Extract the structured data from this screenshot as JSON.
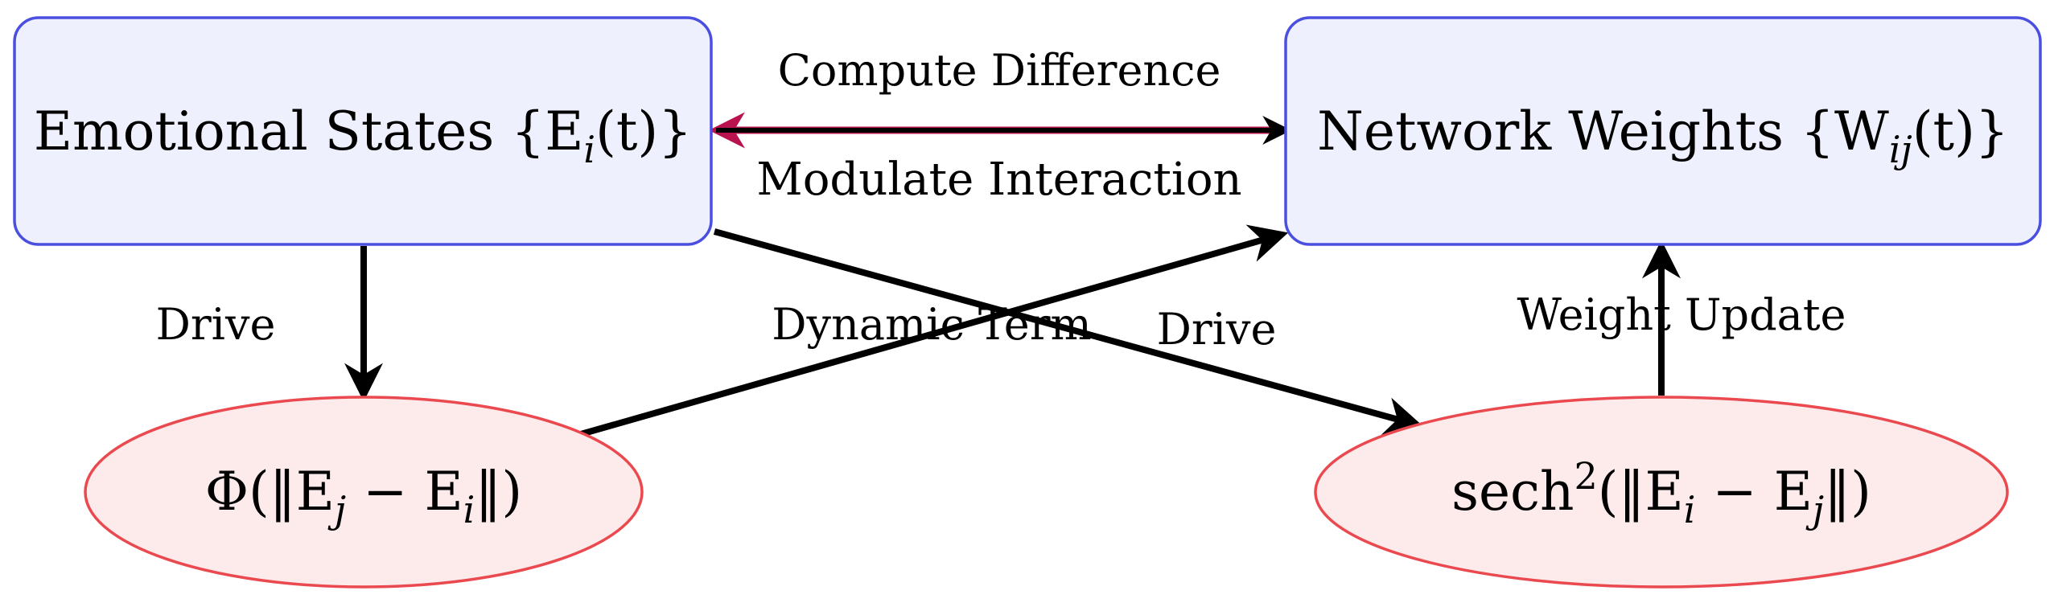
{
  "colors": {
    "box_fill": "#eef0fd",
    "box_stroke": "#4a4fe0",
    "ellipse_fill": "#fdebec",
    "ellipse_stroke": "#ea4a4f",
    "accent": "#b8124f",
    "edge": "#000000"
  },
  "nodes": {
    "emotional_states": {
      "label": "Emotional States {E",
      "sub": "i",
      "tail": "(t)}"
    },
    "network_weights": {
      "label": "Network Weights {W",
      "sub": "ij",
      "tail": "(t)}"
    },
    "phi": {
      "pre": "Φ(‖E",
      "sub1": "j",
      "mid": " − E",
      "sub2": "i",
      "post": "‖)"
    },
    "sech": {
      "pre": "sech",
      "sup": "2",
      "pre2": "(‖E",
      "sub1": "i",
      "mid": " − E",
      "sub2": "j",
      "post": "‖)"
    }
  },
  "edges": {
    "compute_difference": "Compute Difference",
    "modulate_interaction": "Modulate Interaction",
    "drive_left": "Drive",
    "dynamic_term": "Dynamic Term",
    "drive_right": "Drive",
    "weight_update": "Weight Update"
  }
}
